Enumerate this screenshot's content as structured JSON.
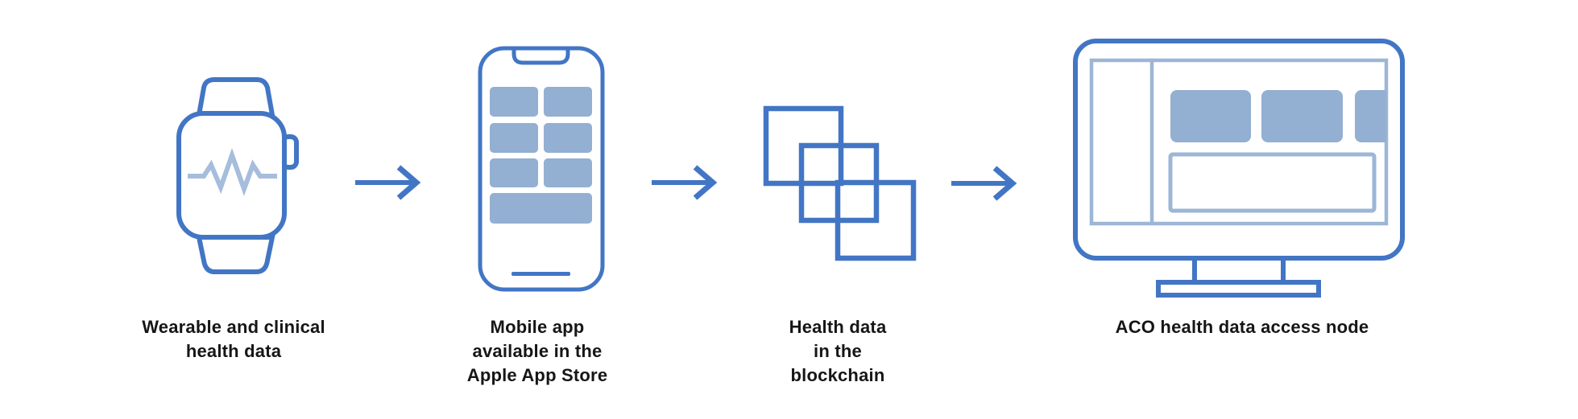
{
  "diagram": {
    "colors": {
      "background": "#ffffff",
      "outline_blue": "#4276C5",
      "fill_blue": "#93AFD2",
      "panel_blue": "#9CB6D6",
      "pulse_blue": "#A6BDDC",
      "label_text": "#161616"
    },
    "steps": [
      {
        "icon": "smartwatch-icon",
        "label": "Wearable and clinical\nhealth data"
      },
      {
        "icon": "smartphone-app-grid-icon",
        "label": "Mobile app\navailable in the\nApple App Store"
      },
      {
        "icon": "blockchain-squares-icon",
        "label": "Health data\nin the\nblockchain"
      },
      {
        "icon": "desktop-dashboard-icon",
        "label": "ACO health data access node"
      }
    ],
    "connectors": [
      {
        "icon": "arrow-right-icon"
      },
      {
        "icon": "arrow-right-icon"
      },
      {
        "icon": "arrow-right-icon"
      }
    ]
  }
}
